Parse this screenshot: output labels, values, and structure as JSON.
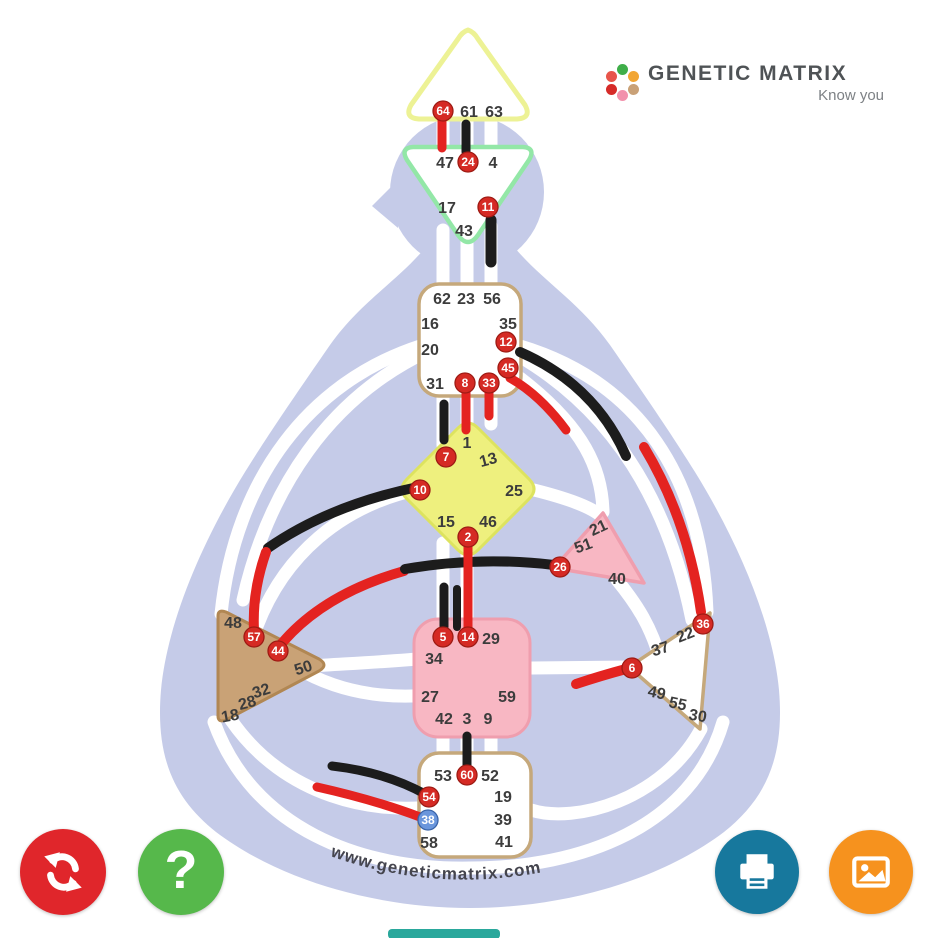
{
  "logo": {
    "title": "GENETIC MATRIX",
    "tagline": "Know you",
    "dot_colors": [
      "#3fae49",
      "#f2a634",
      "#c9a177",
      "#f291ac",
      "#d62b28",
      "#e8554a"
    ]
  },
  "watermark": "www.geneticmatrix.com",
  "toolbar": {
    "buttons": [
      {
        "name": "refresh",
        "icon": "refresh-icon",
        "color": "#e0262b"
      },
      {
        "name": "help",
        "icon": "question-icon",
        "color": "#56b84b",
        "glyph": "?"
      },
      {
        "name": "print",
        "icon": "printer-icon",
        "color": "#17789d"
      },
      {
        "name": "export-image",
        "icon": "image-icon",
        "color": "#f6921e"
      }
    ]
  },
  "colors": {
    "silhouette": "#c5cbe8",
    "gate_active_red": "#d52a24",
    "gate_active_blue": "#6a96dc",
    "channel_red": "#e42320",
    "channel_black": "#1c1c1c",
    "bottom_bar": "#2aa89c"
  },
  "bodygraph": {
    "centers": [
      {
        "id": "head",
        "fill": "#ffffff",
        "stroke": "#edf295",
        "gates": [
          {
            "num": "64",
            "state": "red"
          },
          {
            "num": "61"
          },
          {
            "num": "63"
          }
        ]
      },
      {
        "id": "ajna",
        "fill": "#ffffff",
        "stroke": "#93e7a7",
        "gates": [
          {
            "num": "47"
          },
          {
            "num": "24",
            "state": "red"
          },
          {
            "num": "4"
          },
          {
            "num": "17"
          },
          {
            "num": "11",
            "state": "red"
          },
          {
            "num": "43"
          }
        ]
      },
      {
        "id": "throat",
        "fill": "#ffffff",
        "stroke": "#c5a87b",
        "gates": [
          {
            "num": "62"
          },
          {
            "num": "23"
          },
          {
            "num": "56"
          },
          {
            "num": "16"
          },
          {
            "num": "35"
          },
          {
            "num": "20"
          },
          {
            "num": "12",
            "state": "red"
          },
          {
            "num": "45",
            "state": "red"
          },
          {
            "num": "31"
          },
          {
            "num": "8",
            "state": "red"
          },
          {
            "num": "33",
            "state": "red"
          }
        ]
      },
      {
        "id": "g-center",
        "fill": "#eef07e",
        "stroke": "#dde35f",
        "gates": [
          {
            "num": "1"
          },
          {
            "num": "13"
          },
          {
            "num": "25"
          },
          {
            "num": "46"
          },
          {
            "num": "15"
          },
          {
            "num": "2",
            "state": "red"
          },
          {
            "num": "10",
            "state": "red"
          },
          {
            "num": "7",
            "state": "red"
          }
        ]
      },
      {
        "id": "heart",
        "fill": "#f8b7c3",
        "stroke": "#ef9eae",
        "gates": [
          {
            "num": "21"
          },
          {
            "num": "51"
          },
          {
            "num": "26",
            "state": "red"
          },
          {
            "num": "40"
          }
        ]
      },
      {
        "id": "spleen",
        "fill": "#c9a276",
        "stroke": "#b18753",
        "gates": [
          {
            "num": "48"
          },
          {
            "num": "57",
            "state": "red"
          },
          {
            "num": "44",
            "state": "red"
          },
          {
            "num": "50"
          },
          {
            "num": "32"
          },
          {
            "num": "28"
          },
          {
            "num": "18"
          }
        ]
      },
      {
        "id": "sacral",
        "fill": "#f8b7c3",
        "stroke": "#ef9eae",
        "gates": [
          {
            "num": "5",
            "state": "red"
          },
          {
            "num": "14",
            "state": "red"
          },
          {
            "num": "29"
          },
          {
            "num": "34"
          },
          {
            "num": "27"
          },
          {
            "num": "59"
          },
          {
            "num": "42"
          },
          {
            "num": "3"
          },
          {
            "num": "9"
          }
        ]
      },
      {
        "id": "solar-plexus",
        "fill": "#ffffff",
        "stroke": "#c5a87b",
        "gates": [
          {
            "num": "36",
            "state": "red"
          },
          {
            "num": "22"
          },
          {
            "num": "37"
          },
          {
            "num": "6",
            "state": "red"
          },
          {
            "num": "49"
          },
          {
            "num": "55"
          },
          {
            "num": "30"
          }
        ]
      },
      {
        "id": "root",
        "fill": "#ffffff",
        "stroke": "#c5a87b",
        "gates": [
          {
            "num": "53"
          },
          {
            "num": "60",
            "state": "red"
          },
          {
            "num": "52"
          },
          {
            "num": "54",
            "state": "red"
          },
          {
            "num": "19"
          },
          {
            "num": "38",
            "state": "blue"
          },
          {
            "num": "39"
          },
          {
            "num": "58"
          },
          {
            "num": "41"
          }
        ]
      }
    ],
    "channels": [
      {
        "id": "64-47",
        "color": "red"
      },
      {
        "id": "61-24",
        "color": "black"
      },
      {
        "id": "11-56",
        "color": "black"
      },
      {
        "id": "8-1",
        "color": "red"
      },
      {
        "id": "33-13",
        "color": "red"
      },
      {
        "id": "31-7",
        "color": "black"
      },
      {
        "id": "45-21",
        "color": "red"
      },
      {
        "id": "35-36-upper",
        "color": "black"
      },
      {
        "id": "36-35-lower",
        "color": "red"
      },
      {
        "id": "10-57-upper",
        "color": "black"
      },
      {
        "id": "57-10-lower",
        "color": "red"
      },
      {
        "id": "44-26-left",
        "color": "red"
      },
      {
        "id": "26-44-right",
        "color": "black"
      },
      {
        "id": "2-14",
        "color": "red"
      },
      {
        "id": "14-2-stub",
        "color": "black"
      },
      {
        "id": "5-15-stub",
        "color": "black"
      },
      {
        "id": "6-59-stub",
        "color": "red"
      },
      {
        "id": "60-3-stub",
        "color": "black"
      },
      {
        "id": "54-32-stub",
        "color": "black"
      },
      {
        "id": "38-28-stub",
        "color": "red"
      }
    ]
  }
}
